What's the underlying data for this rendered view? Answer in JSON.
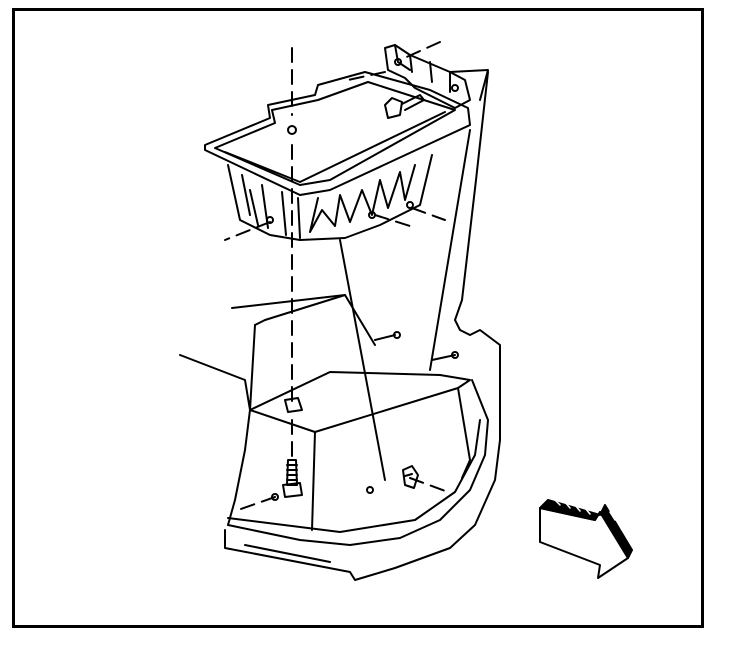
{
  "diagram": {
    "parts": [
      {
        "id": "tray",
        "name": "battery-tray"
      },
      {
        "id": "housing",
        "name": "lower-mount-housing"
      },
      {
        "id": "bolt-top",
        "name": "upper-bolt"
      },
      {
        "id": "bolt-vertical",
        "name": "vertical-bolt"
      },
      {
        "id": "nut-clip",
        "name": "nut-clip"
      }
    ],
    "arrow_icon": "front-direction-arrow-icon",
    "colors": {
      "line": "#000000",
      "background": "#ffffff"
    }
  }
}
